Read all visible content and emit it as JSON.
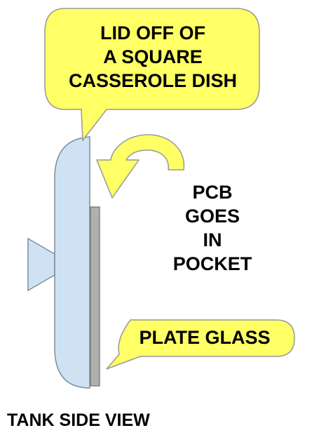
{
  "callouts": {
    "lid": {
      "line1": "LID OFF OF",
      "line2": "A SQUARE",
      "line3": "CASSEROLE DISH"
    },
    "glass": {
      "text": "PLATE GLASS"
    }
  },
  "annotation": {
    "line1": "PCB",
    "line2": "GOES",
    "line3": "IN",
    "line4": "POCKET"
  },
  "caption": "TANK SIDE VIEW",
  "colors": {
    "callout_fill": "#ffff66",
    "callout_stroke": "#999999",
    "lid_fill": "#cfe2f3",
    "lid_stroke": "#7f8c99",
    "glass_fill": "#b0b0b0",
    "glass_stroke": "#6e6e6e"
  },
  "icons": {
    "pocket_arrow": "curved-arrow-icon"
  }
}
